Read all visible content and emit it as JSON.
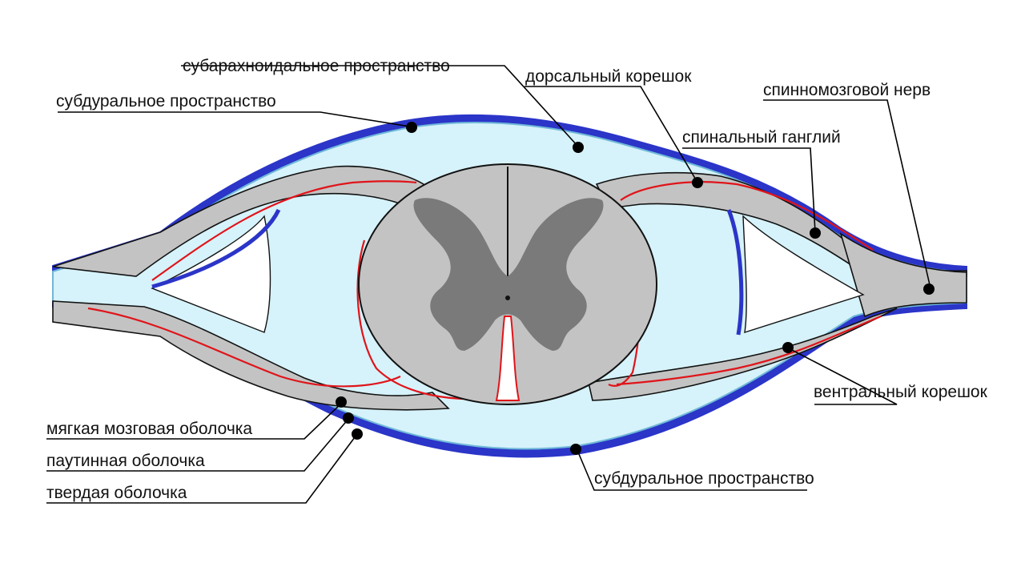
{
  "colors": {
    "dura": "#2b35c8",
    "arachnoid_edge": "#6fb8d8",
    "csf": "#d6f2fa",
    "pia": "#e0141a",
    "tissue": "#c3c3c3",
    "gray_matter": "#7a7a7a",
    "outline": "#111111"
  },
  "labels": {
    "subarachnoid_space": "субарахноидальное пространство",
    "dorsal_root": "дорсальный корешок",
    "spinal_nerve": "спинномозговой нерв",
    "subdural_space_top": "субдуральное пространство",
    "spinal_ganglion": "спинальный ганглий",
    "ventral_root": "вентральный корешок",
    "pia_mater": "мягкая мозговая оболочка",
    "arachnoid_mater": "паутинная оболочка",
    "dura_mater": "твердая оболочка",
    "subdural_space_bottom": "субдуральное пространство"
  }
}
